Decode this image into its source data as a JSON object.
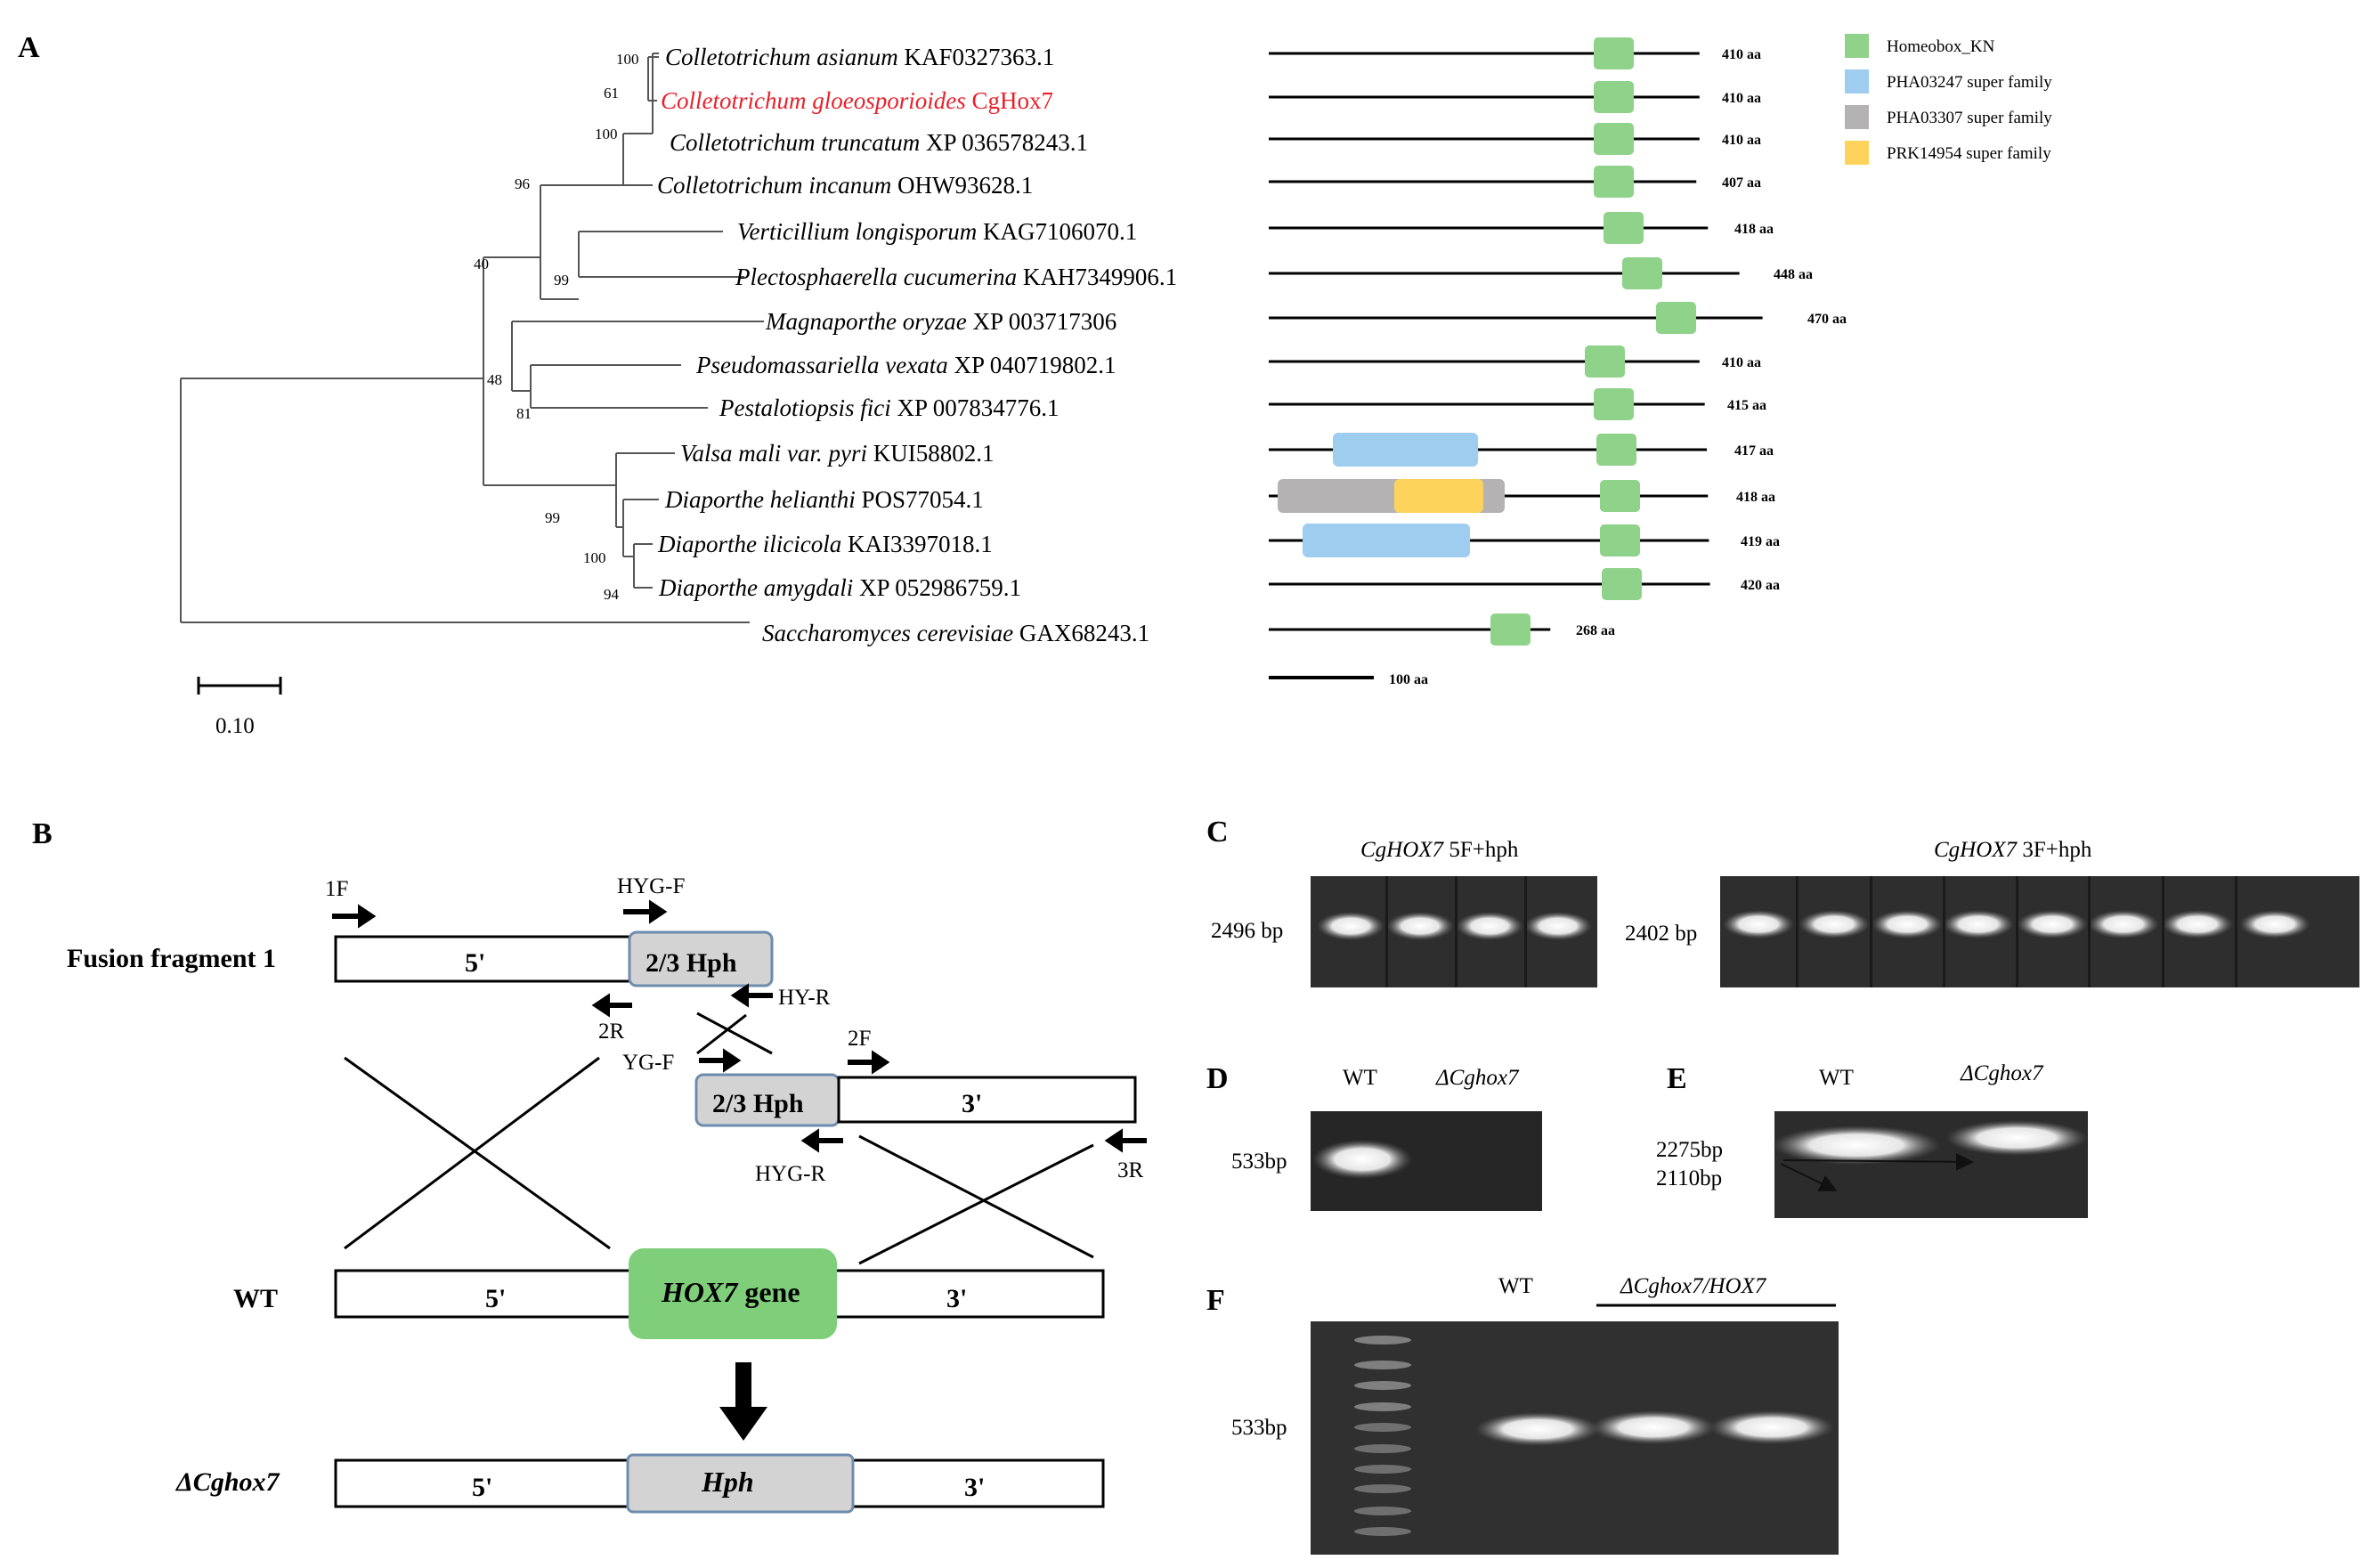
{
  "panels": {
    "A": "A",
    "B": "B",
    "C": "C",
    "D": "D",
    "E": "E",
    "F": "F"
  },
  "tree": {
    "taxa": [
      {
        "genus": "Colletotrichum asianum",
        "acc": "KAF0327363.1",
        "aa": "410 aa",
        "highlight": false
      },
      {
        "genus": "Colletotrichum gloeosporioides",
        "acc": "CgHox7",
        "aa": "410 aa",
        "highlight": true,
        "highlight_color": "#e8202a"
      },
      {
        "genus": "Colletotrichum truncatum",
        "acc": "XP 036578243.1",
        "aa": "410 aa",
        "highlight": false
      },
      {
        "genus": "Colletotrichum incanum",
        "acc": "OHW93628.1",
        "aa": "407 aa",
        "highlight": false
      },
      {
        "genus": "Verticillium longisporum",
        "acc": "KAG7106070.1",
        "aa": "418 aa",
        "highlight": false
      },
      {
        "genus": "Plectosphaerella cucumerina",
        "acc": "KAH7349906.1",
        "aa": "448 aa",
        "highlight": false
      },
      {
        "genus": "Magnaporthe oryzae",
        "acc": "XP 003717306",
        "aa": "470 aa",
        "highlight": false
      },
      {
        "genus": "Pseudomassariella vexata",
        "acc": "XP 040719802.1",
        "aa": "410 aa",
        "highlight": false
      },
      {
        "genus": "Pestalotiopsis fici",
        "acc": "XP 007834776.1",
        "aa": "415 aa",
        "highlight": false
      },
      {
        "genus": "Valsa mali var. pyri",
        "acc": "KUI58802.1",
        "aa": "417 aa",
        "highlight": false
      },
      {
        "genus": "Diaporthe helianthi",
        "acc": "POS77054.1",
        "aa": "418 aa",
        "highlight": false
      },
      {
        "genus": "Diaporthe ilicicola",
        "acc": "KAI3397018.1",
        "aa": "419 aa",
        "highlight": false
      },
      {
        "genus": "Diaporthe amygdali",
        "acc": "XP 052986759.1",
        "aa": "420 aa",
        "highlight": false
      },
      {
        "genus": "Saccharomyces cerevisiae",
        "acc": "GAX68243.1",
        "aa": "268 aa",
        "highlight": false
      }
    ],
    "bootstrap": [
      "100",
      "61",
      "100",
      "96",
      "40",
      "99",
      "48",
      "81",
      "99",
      "100",
      "94"
    ],
    "scale_label": "0.10"
  },
  "domains": {
    "scale_label": "100 aa",
    "legend": [
      {
        "label": "Homeobox_KN",
        "color": "#8fd28a"
      },
      {
        "label": "PHA03247 super family",
        "color": "#9fcdef"
      },
      {
        "label": "PHA03307 super family",
        "color": "#b4b2b2"
      },
      {
        "label": "PRK14954 super family",
        "color": "#fdd35b"
      }
    ]
  },
  "construct": {
    "fusion_label": "Fusion fragment 1",
    "wt_label": "WT",
    "mutant_label": "ΔCghox7",
    "five": "5'",
    "three": "3'",
    "hph_partial": "2/3 Hph",
    "hph": "Hph",
    "gene_name": "HOX7",
    "gene_word": "gene",
    "primers": {
      "p1F": "1F",
      "hygF": "HYG-F",
      "hyR": "HY-R",
      "p2R": "2R",
      "ygF": "YG-F",
      "p2F": "2F",
      "hygR": "HYG-R",
      "p3R": "3R"
    },
    "colors": {
      "hph_fill": "#d3d3d3",
      "hph_border": "#6d8cae",
      "gene_fill": "#7fcf7a"
    }
  },
  "gels": {
    "C": {
      "left_gene": "CgHOX7",
      "left_rest": " 5F+hph",
      "right_gene": "CgHOX7",
      "right_rest": " 3F+hph",
      "left_size": "2496 bp",
      "right_size": "2402 bp"
    },
    "D": {
      "wt": "WT",
      "mut": "ΔCghox7",
      "size": "533bp"
    },
    "E": {
      "wt": "WT",
      "mut": "ΔCghox7",
      "size1": "2275bp",
      "size2": "2110bp"
    },
    "F": {
      "wt": "WT",
      "comp": "ΔCghox7/HOX7",
      "size": "533bp"
    }
  }
}
